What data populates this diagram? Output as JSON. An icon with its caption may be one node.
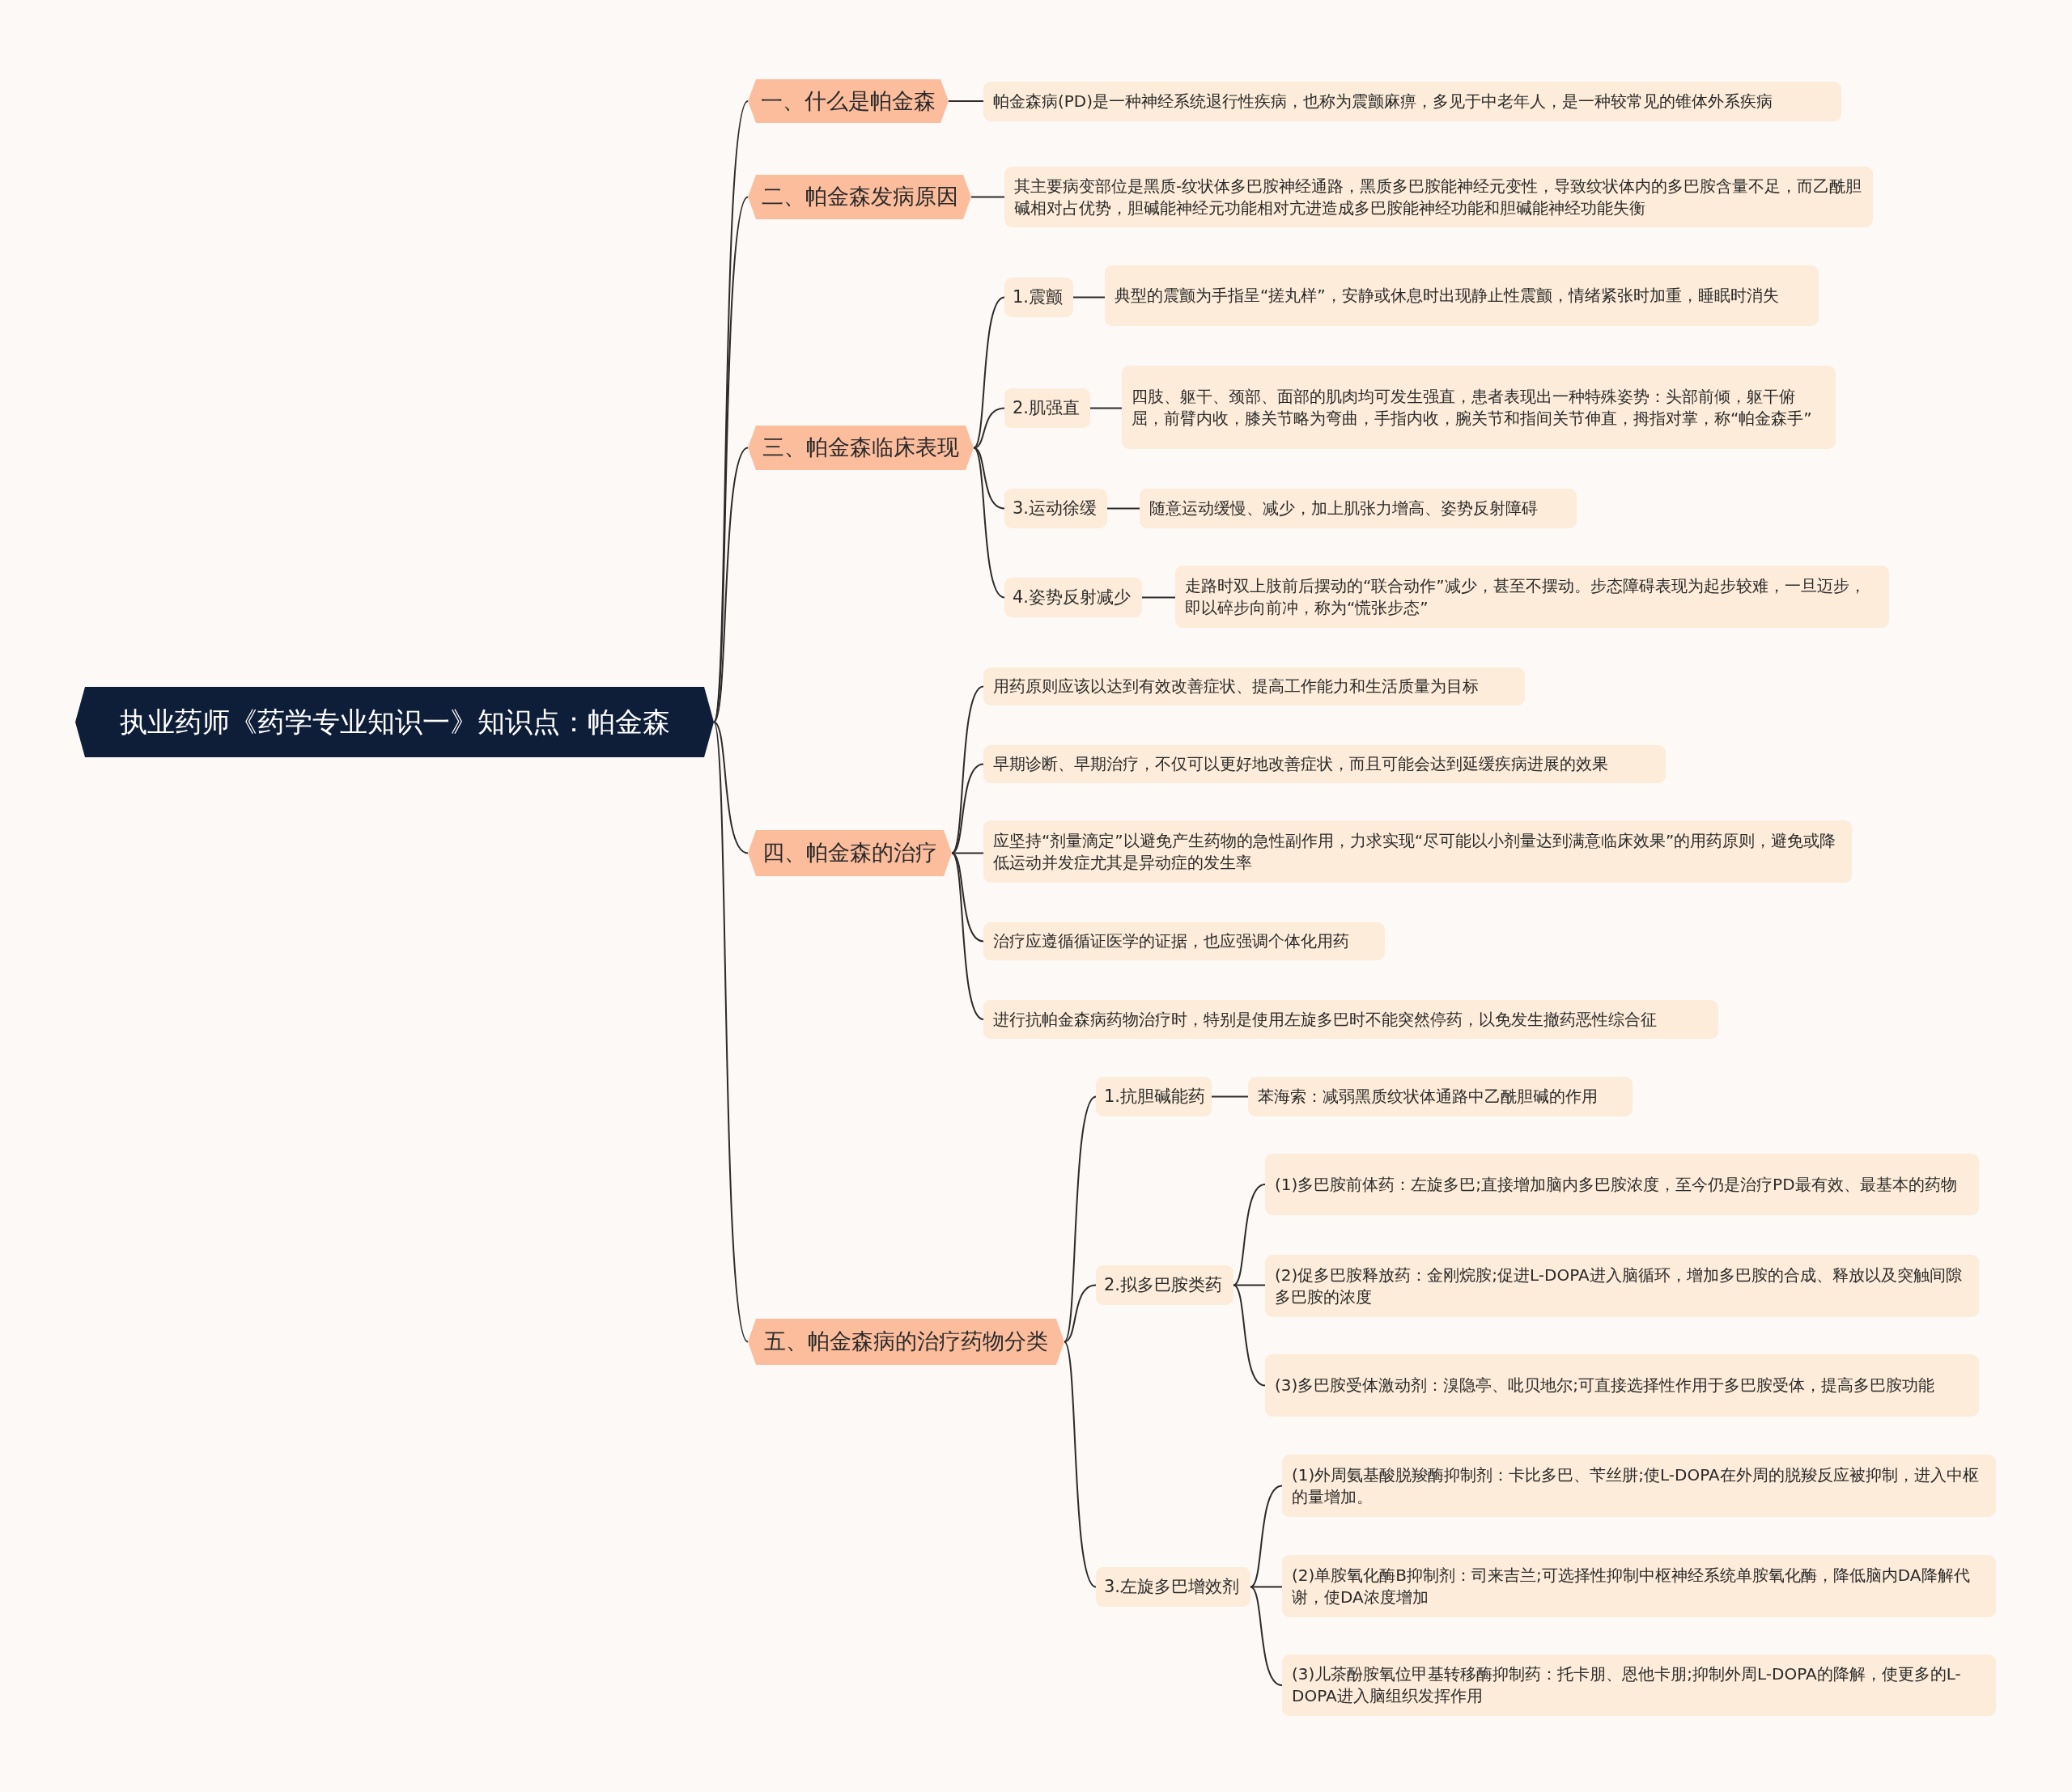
{
  "diagram": {
    "nodes": [
      {
        "text": [
          "执业药师《药学专业知识一》知识点：帕金森"
        ]
      },
      {
        "text": [
          "一、什么是帕金森"
        ]
      },
      {
        "text": [
          "帕金森病(PD)是一种神经系统退行性疾病，也称为震颤麻痹，多见于中老年人，是一种较常见的锥体外系疾病"
        ]
      },
      {
        "text": [
          "二、帕金森发病原因"
        ]
      },
      {
        "text": [
          "其主要病变部位是黑质-纹状体多巴胺神经通路，黑质多巴胺能神经元变性，导致纹状体内的多巴胺含量不足，而乙酰胆碱相对占优势，胆碱能神经元功能相对亢进造成多巴胺能神经功能和胆碱能神经功能失衡"
        ]
      },
      {
        "text": [
          "三、帕金森临床表现"
        ]
      },
      {
        "text": [
          "1.震颤"
        ]
      },
      {
        "text": [
          "典型的震颤为手指呈“搓丸样”，安静或休息时出现静止性震颤，情绪紧张时加重，睡眠时消失"
        ]
      },
      {
        "text": [
          "2.肌强直"
        ]
      },
      {
        "text": [
          "四肢、躯干、颈部、面部的肌肉均可发生强直，患者表现出一种特殊姿势：头部前倾，躯干俯屈，前臂内收，膝关节略为弯曲，手指内收，腕关节和指间关节伸直，拇指对掌，称“帕金森手”"
        ]
      },
      {
        "text": [
          "3.运动徐缓"
        ]
      },
      {
        "text": [
          "随意运动缓慢、减少，加上肌张力增高、姿势反射障碍"
        ]
      },
      {
        "text": [
          "4.姿势反射减少"
        ]
      },
      {
        "text": [
          "走路时双上肢前后摆动的“联合动作”减少，甚至不摆动。步态障碍表现为起步较难，一旦迈步，即以碎步向前冲，称为“慌张步态”"
        ]
      },
      {
        "text": [
          "四、帕金森的治疗"
        ]
      },
      {
        "text": [
          "用药原则应该以达到有效改善症状、提高工作能力和生活质量为目标"
        ]
      },
      {
        "text": [
          "早期诊断、早期治疗，不仅可以更好地改善症状，而且可能会达到延缓疾病进展的效果"
        ]
      },
      {
        "text": [
          "应坚持“剂量滴定”以避免产生药物的急性副作用，力求实现“尽可能以小剂量达到满意临床效果”的用药原则，避免或降低运动并发症尤其是异动症的发生率"
        ]
      },
      {
        "text": [
          "治疗应遵循循证医学的证据，也应强调个体化用药"
        ]
      },
      {
        "text": [
          "进行抗帕金森病药物治疗时，特别是使用左旋多巴时不能突然停药，以免发生撤药恶性综合征"
        ]
      },
      {
        "text": [
          "五、帕金森病的治疗药物分类"
        ]
      },
      {
        "text": [
          "1.抗胆碱能药"
        ]
      },
      {
        "text": [
          "苯海索：减弱黑质纹状体通路中乙酰胆碱的作用"
        ]
      },
      {
        "text": [
          "2.拟多巴胺类药"
        ]
      },
      {
        "text": [
          "(1)多巴胺前体药：左旋多巴;直接增加脑内多巴胺浓度，至今仍是治疗PD最有效、最基本的药物"
        ]
      },
      {
        "text": [
          "(2)促多巴胺释放药：金刚烷胺;促进L-DOPA进入脑循环，增加多巴胺的合成、释放以及突触间隙多巴胺的浓度"
        ]
      },
      {
        "text": [
          "(3)多巴胺受体激动剂：溴隐亭、吡贝地尔;可直接选择性作用于多巴胺受体，提高多巴胺功能"
        ]
      },
      {
        "text": [
          "3.左旋多巴增效剂"
        ]
      },
      {
        "text": [
          "(1)外周氨基酸脱羧酶抑制剂：卡比多巴、苄丝肼;使L-DOPA在外周的脱羧反应被抑制，进入中枢的量增加。"
        ]
      },
      {
        "text": [
          "(2)单胺氧化酶B抑制剂：司来吉兰;可选择性抑制中枢神经系统单胺氧化酶，降低脑内DA降解代谢，使DA浓度增加"
        ]
      },
      {
        "text": [
          "(3)儿茶酚胺氧位甲基转移酶抑制药：托卡朋、恩他卡朋;抑制外周L-DOPA的降解，使更多的L-DOPA进入脑组织发挥作用"
        ]
      }
    ],
    "edges": [
      {
        "from": 0,
        "to": 1,
        "arrow": "none"
      },
      {
        "from": 0,
        "to": 3,
        "arrow": "none"
      },
      {
        "from": 0,
        "to": 5,
        "arrow": "none"
      },
      {
        "from": 0,
        "to": 14,
        "arrow": "none"
      },
      {
        "from": 0,
        "to": 20,
        "arrow": "none"
      },
      {
        "from": 1,
        "to": 2,
        "arrow": "none"
      },
      {
        "from": 3,
        "to": 4,
        "arrow": "none"
      },
      {
        "from": 5,
        "to": 6,
        "arrow": "none"
      },
      {
        "from": 5,
        "to": 8,
        "arrow": "none"
      },
      {
        "from": 5,
        "to": 10,
        "arrow": "none"
      },
      {
        "from": 5,
        "to": 12,
        "arrow": "none"
      },
      {
        "from": 6,
        "to": 7,
        "arrow": "none"
      },
      {
        "from": 8,
        "to": 9,
        "arrow": "none"
      },
      {
        "from": 10,
        "to": 11,
        "arrow": "none"
      },
      {
        "from": 12,
        "to": 13,
        "arrow": "none"
      },
      {
        "from": 14,
        "to": 15,
        "arrow": "none"
      },
      {
        "from": 14,
        "to": 16,
        "arrow": "none"
      },
      {
        "from": 14,
        "to": 17,
        "arrow": "none"
      },
      {
        "from": 14,
        "to": 18,
        "arrow": "none"
      },
      {
        "from": 14,
        "to": 19,
        "arrow": "none"
      },
      {
        "from": 20,
        "to": 21,
        "arrow": "none"
      },
      {
        "from": 20,
        "to": 23,
        "arrow": "none"
      },
      {
        "from": 20,
        "to": 27,
        "arrow": "none"
      },
      {
        "from": 21,
        "to": 22,
        "arrow": "none"
      },
      {
        "from": 23,
        "to": 24,
        "arrow": "none"
      },
      {
        "from": 23,
        "to": 25,
        "arrow": "none"
      },
      {
        "from": 23,
        "to": 26,
        "arrow": "none"
      },
      {
        "from": 27,
        "to": 28,
        "arrow": "none"
      },
      {
        "from": 27,
        "to": 29,
        "arrow": "none"
      },
      {
        "from": 27,
        "to": 30,
        "arrow": "none"
      }
    ]
  }
}
